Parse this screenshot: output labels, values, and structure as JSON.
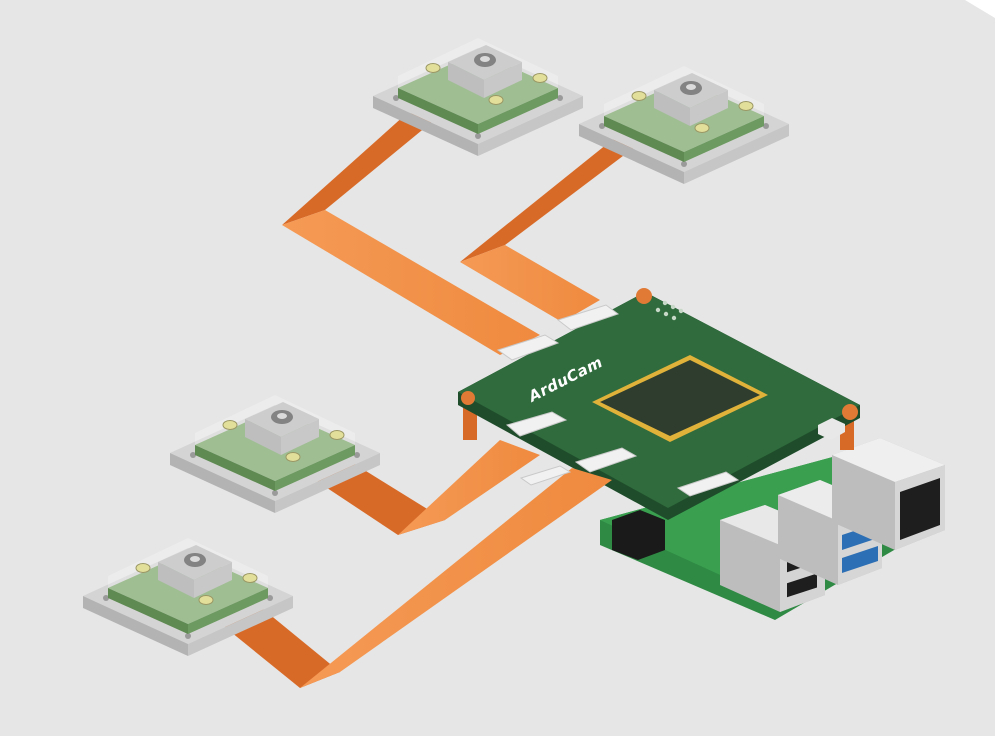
{
  "board": {
    "brand_label": "ArduCam"
  },
  "cameras": [
    {
      "id": "camera-1"
    },
    {
      "id": "camera-2"
    },
    {
      "id": "camera-3"
    },
    {
      "id": "camera-4"
    }
  ],
  "colors": {
    "background": "#e6e6e6",
    "ribbon_cable": "#f39149",
    "ribbon_cable_dark": "#d86a28",
    "adapter_board": "#2f6b3c",
    "host_board": "#3aa050",
    "camera_module": "#7fa86e",
    "usb3_port": "#2d6fb5"
  }
}
